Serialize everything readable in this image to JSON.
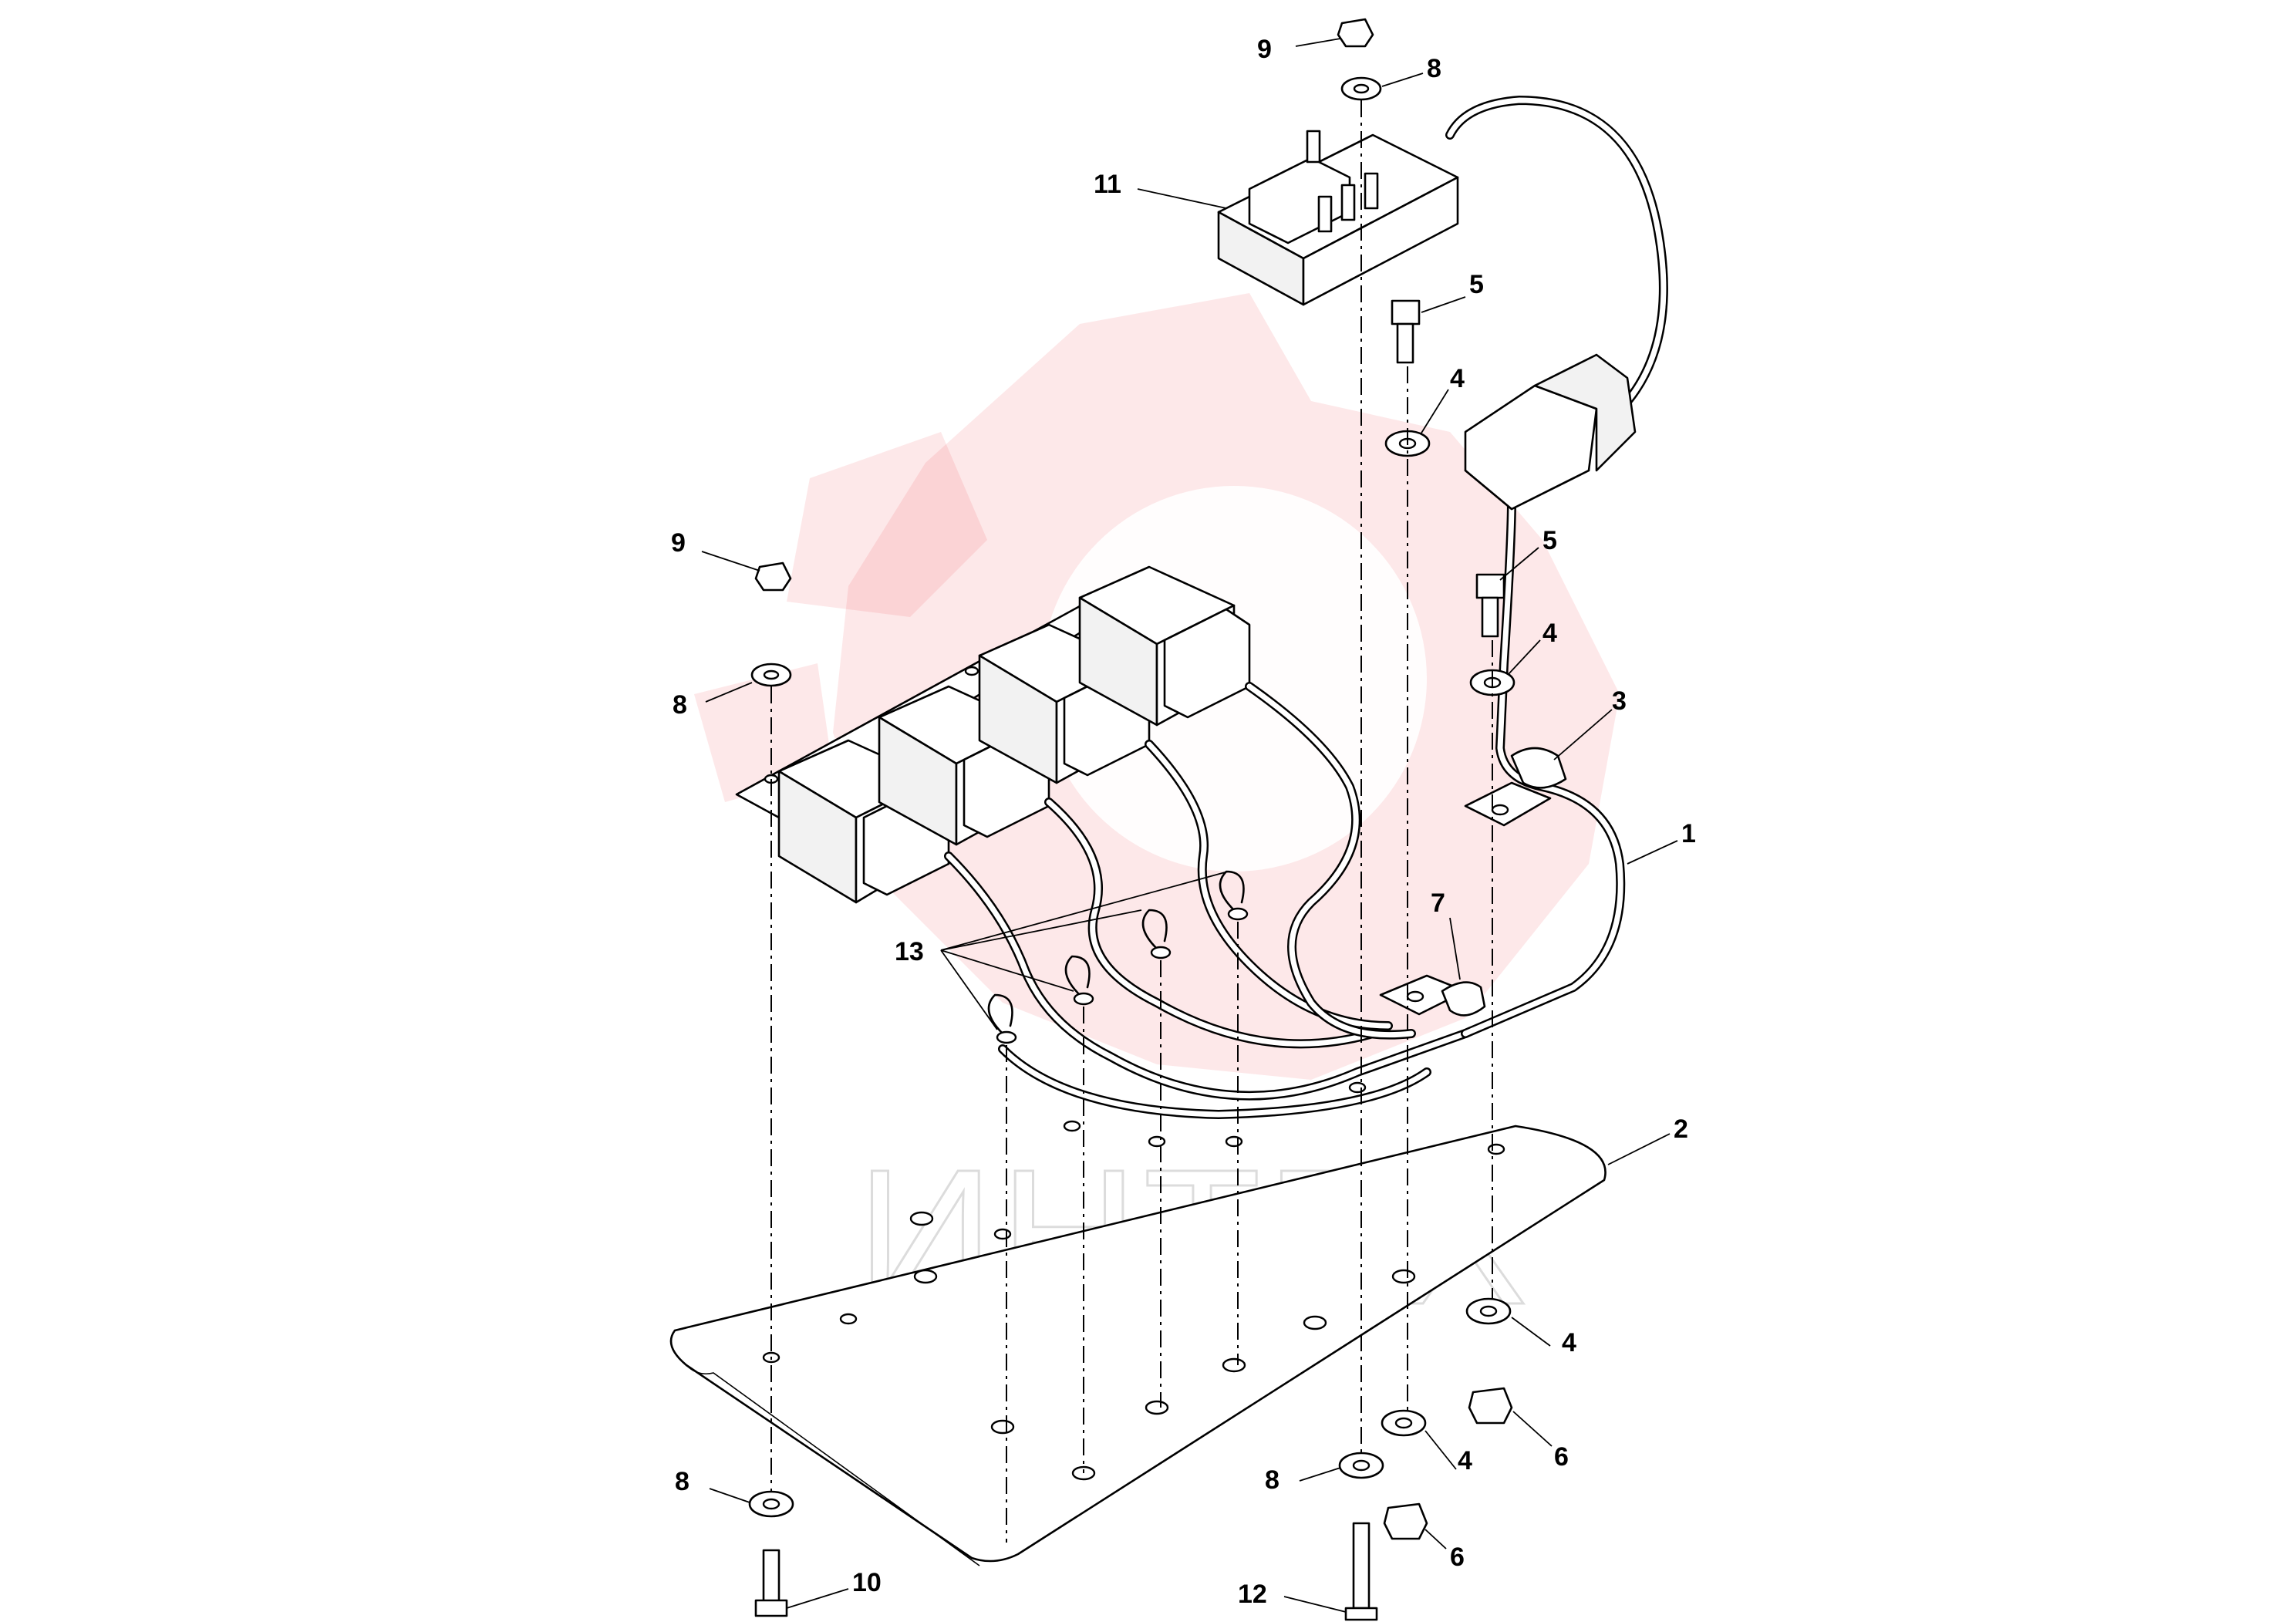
{
  "watermark": {
    "text": "ИНТЕХ",
    "color": "#e8202a"
  },
  "callouts": {
    "c1": "1",
    "c2": "2",
    "c3": "3",
    "c4a": "4",
    "c4b": "4",
    "c4c": "4",
    "c4d": "4",
    "c5a": "5",
    "c5b": "5",
    "c6a": "6",
    "c6b": "6",
    "c7": "7",
    "c8a": "8",
    "c8b": "8",
    "c8c": "8",
    "c8d": "8",
    "c9a": "9",
    "c9b": "9",
    "c10": "10",
    "c11": "11",
    "c12": "12",
    "c13": "13"
  }
}
